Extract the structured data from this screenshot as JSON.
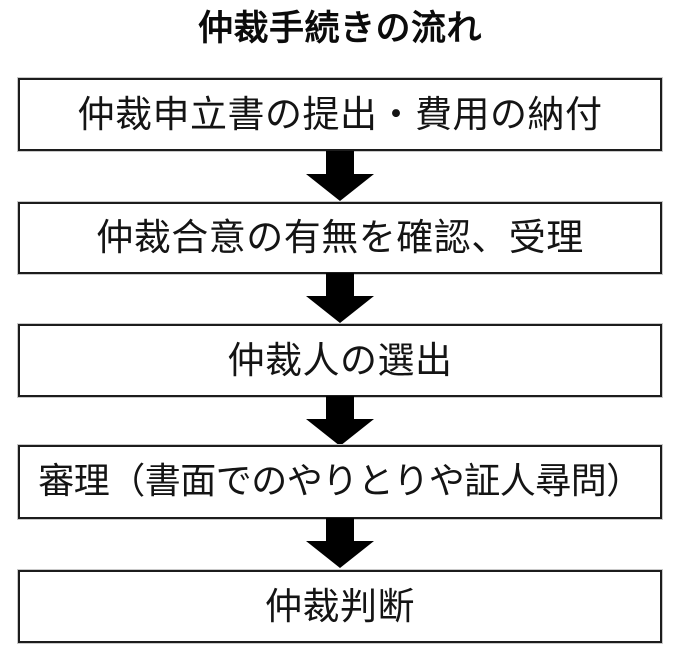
{
  "diagram": {
    "title": "仲裁手続きの流れ",
    "orientation": "vertical-top-to-bottom",
    "colors": {
      "background": "#ffffff",
      "box_fill": "#ffffff",
      "box_border": "#1c1c1c",
      "box_outer_shadow": "#c9c9c9",
      "text": "#141414",
      "title_text": "#0b0b0b",
      "arrow_fill": "#000000"
    },
    "steps": [
      {
        "order": 1,
        "label": "仲裁申立書の提出・費用の納付"
      },
      {
        "order": 2,
        "label": "仲裁合意の有無を確認、受理"
      },
      {
        "order": 3,
        "label": "仲裁人の選出"
      },
      {
        "order": 4,
        "label": "審理（書面でのやりとりや証人尋問）"
      },
      {
        "order": 5,
        "label": "仲裁判断"
      }
    ],
    "connectors": [
      {
        "from": 1,
        "to": 2,
        "icon": "arrow-down-icon"
      },
      {
        "from": 2,
        "to": 3,
        "icon": "arrow-down-icon"
      },
      {
        "from": 3,
        "to": 4,
        "icon": "arrow-down-icon"
      },
      {
        "from": 4,
        "to": 5,
        "icon": "arrow-down-icon"
      }
    ]
  }
}
